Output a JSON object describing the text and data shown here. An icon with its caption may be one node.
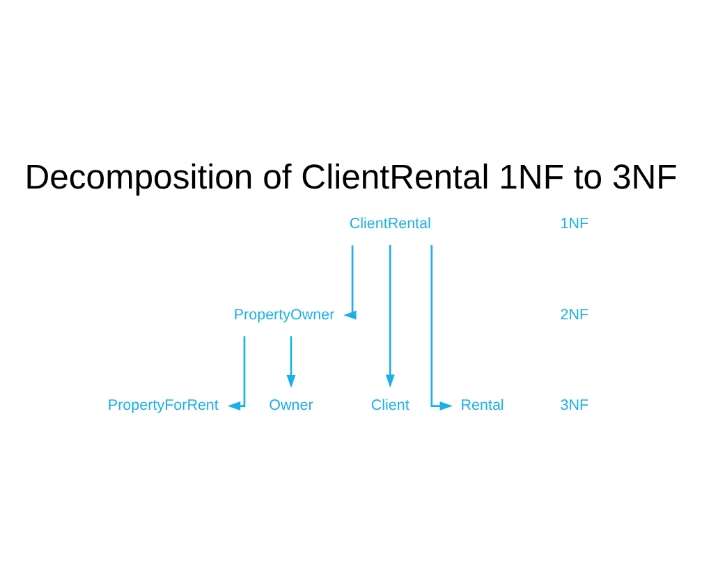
{
  "diagram": {
    "title": "Decomposition of ClientRental 1NF to 3NF",
    "nodes": [
      {
        "text": [
          "ClientRental"
        ]
      },
      {
        "text": [
          "PropertyOwner"
        ]
      },
      {
        "text": [
          "Client"
        ]
      },
      {
        "text": [
          "Rental"
        ]
      },
      {
        "text": [
          "PropertyForRent"
        ]
      },
      {
        "text": [
          "Owner"
        ]
      }
    ],
    "edges": [
      {
        "from": 0,
        "to": 2,
        "arrow": "to"
      },
      {
        "from": 0,
        "to": 3,
        "arrow": "to"
      },
      {
        "from": 0,
        "to": 1,
        "arrow": "to"
      },
      {
        "from": 1,
        "to": 4,
        "arrow": "to"
      },
      {
        "from": 1,
        "to": 5,
        "arrow": "to"
      }
    ],
    "labels": [
      "1NF",
      "2NF",
      "3NF"
    ]
  }
}
